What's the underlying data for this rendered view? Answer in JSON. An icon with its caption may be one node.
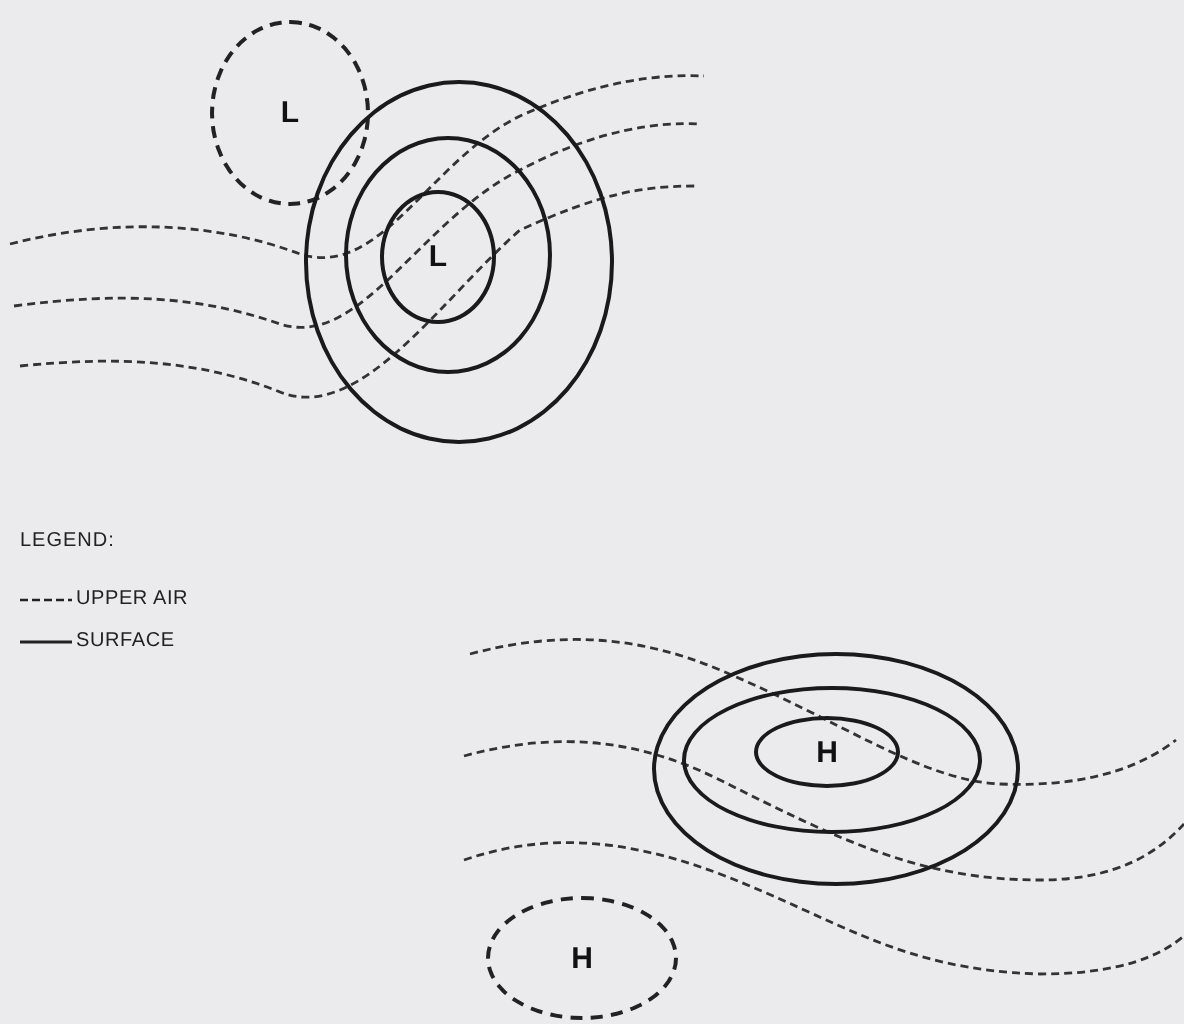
{
  "diagram": {
    "nodes": [
      {
        "text": [
          "L"
        ]
      },
      {
        "text": [],
        "shape": "circle"
      },
      {
        "text": [],
        "shape": "circle",
        "in": 1
      },
      {
        "text": [
          "L"
        ],
        "in": 2
      },
      {
        "text": [],
        "shape": "circle"
      },
      {
        "text": [],
        "shape": "circle",
        "in": 4
      },
      {
        "text": [
          "H"
        ],
        "in": 5
      },
      {
        "text": [
          "H"
        ]
      }
    ],
    "labels": [
      "LEGEND:"
    ],
    "legend": [
      {
        "text": "UPPER AIR"
      },
      {
        "text": "SURFACE"
      }
    ]
  }
}
